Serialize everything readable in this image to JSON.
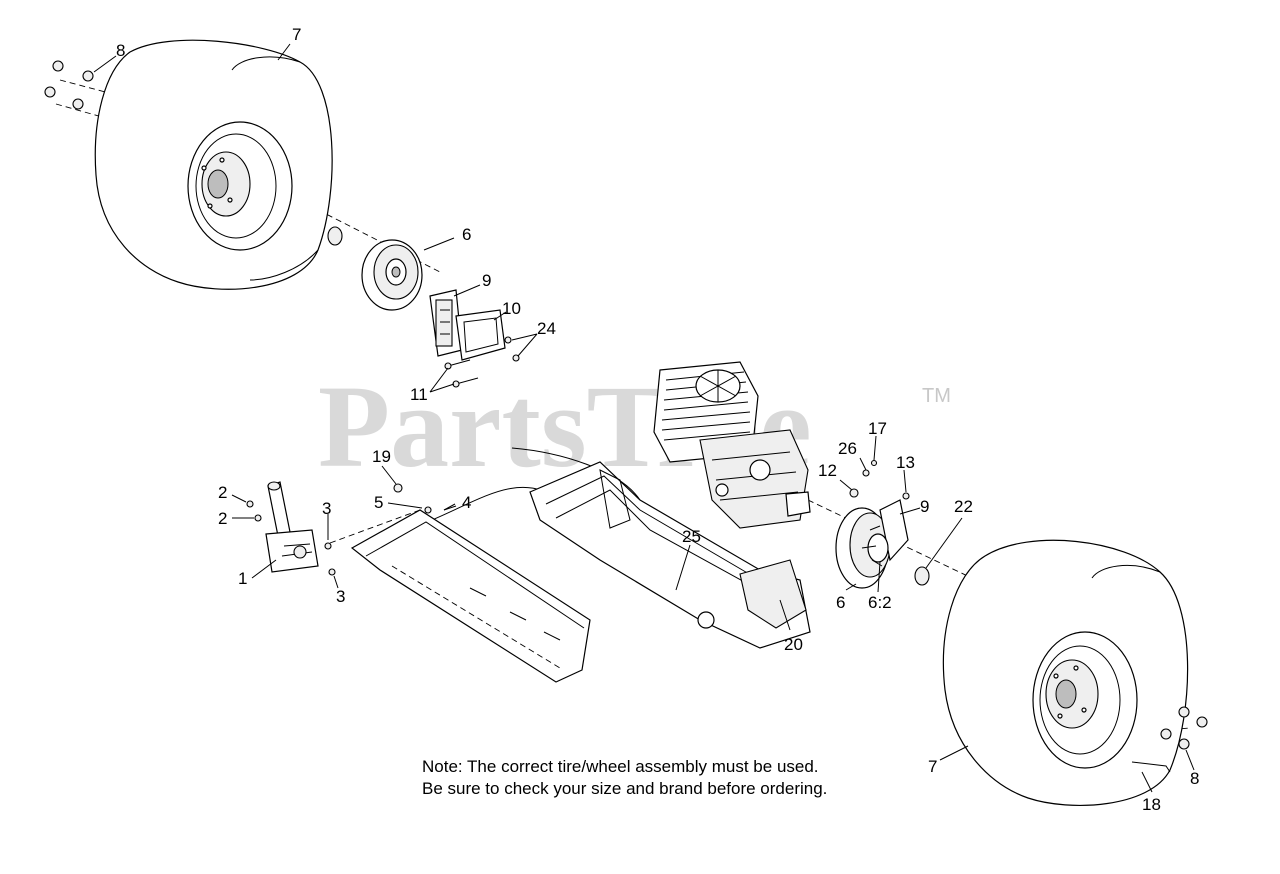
{
  "watermark": {
    "text": "PartsTree",
    "tm": "TM"
  },
  "callouts": [
    {
      "id": "c-7-top",
      "label": "7"
    },
    {
      "id": "c-8-top",
      "label": "8"
    },
    {
      "id": "c-6-top",
      "label": "6"
    },
    {
      "id": "c-9-top",
      "label": "9"
    },
    {
      "id": "c-10",
      "label": "10"
    },
    {
      "id": "c-24",
      "label": "24"
    },
    {
      "id": "c-11",
      "label": "11"
    },
    {
      "id": "c-19",
      "label": "19"
    },
    {
      "id": "c-2a",
      "label": "2"
    },
    {
      "id": "c-2b",
      "label": "2"
    },
    {
      "id": "c-3a",
      "label": "3"
    },
    {
      "id": "c-3b",
      "label": "3"
    },
    {
      "id": "c-1",
      "label": "1"
    },
    {
      "id": "c-5",
      "label": "5"
    },
    {
      "id": "c-4",
      "label": "4"
    },
    {
      "id": "c-25",
      "label": "25"
    },
    {
      "id": "c-20",
      "label": "20"
    },
    {
      "id": "c-26",
      "label": "26"
    },
    {
      "id": "c-17",
      "label": "17"
    },
    {
      "id": "c-13",
      "label": "13"
    },
    {
      "id": "c-12",
      "label": "12"
    },
    {
      "id": "c-9-right",
      "label": "9"
    },
    {
      "id": "c-22",
      "label": "22"
    },
    {
      "id": "c-6-right",
      "label": "6"
    },
    {
      "id": "c-6-2",
      "label": "6:2"
    },
    {
      "id": "c-7-bottom",
      "label": "7"
    },
    {
      "id": "c-8-bottom",
      "label": "8"
    },
    {
      "id": "c-18",
      "label": "18"
    }
  ],
  "note": {
    "line1": "Note: The correct tire/wheel assembly must be used.",
    "line2": "Be sure to check your size and brand before ordering."
  }
}
